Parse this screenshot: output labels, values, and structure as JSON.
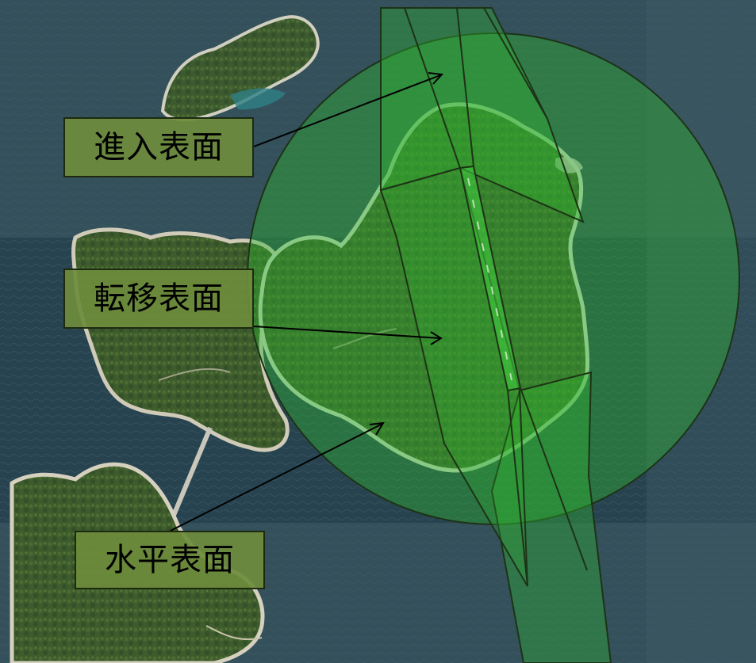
{
  "labels": {
    "approach_surface": "進入表面",
    "transition_surface": "転移表面",
    "horizontal_surface": "水平表面"
  },
  "colors": {
    "sea": "#2f4b57",
    "land": "#3c5a2c",
    "surface_fill": "#2fb52f",
    "label_bg": "#6e8c3c",
    "outline": "#1d3316"
  }
}
